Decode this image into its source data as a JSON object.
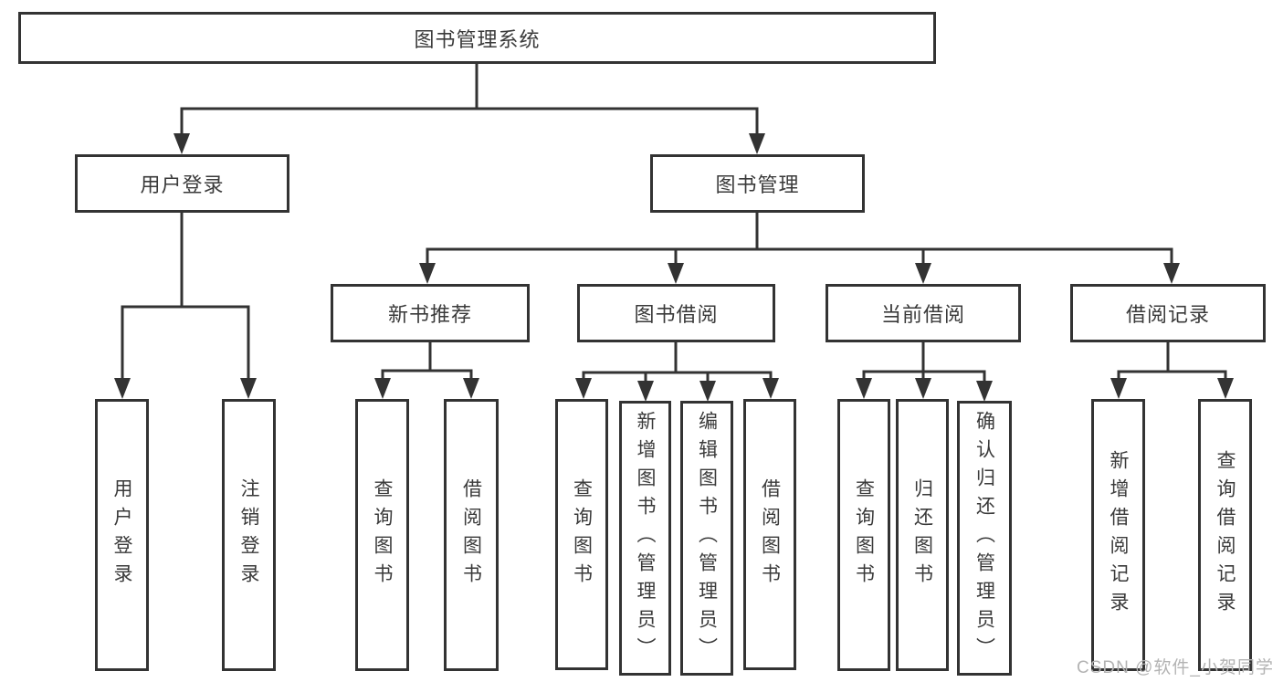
{
  "diagram": {
    "nodes": {
      "root": "图书管理系统",
      "level2": {
        "userLogin": "用户登录",
        "bookManagement": "图书管理"
      },
      "level3": {
        "newBookRecommend": "新书推荐",
        "bookBorrow": "图书借阅",
        "currentBorrow": "当前借阅",
        "borrowRecords": "借阅记录"
      },
      "leaves": {
        "userLogin": [
          "用户登录",
          "注销登录"
        ],
        "newBookRecommend": [
          "查询图书",
          "借阅图书"
        ],
        "bookBorrow": [
          "查询图书",
          "新增图书（管理员）",
          "编辑图书（管理员）",
          "借阅图书"
        ],
        "currentBorrow": [
          "查询图书",
          "归还图书",
          "确认归还（管理员）"
        ],
        "borrowRecords": [
          "新增借阅记录",
          "查询借阅记录"
        ]
      }
    },
    "colors": {
      "line": "#333333",
      "boxBorder": "#333333",
      "text": "#3a3a3a",
      "background": "#ffffff",
      "watermark": "#b3b3b3"
    }
  },
  "watermark": {
    "text": "CSDN @软件_小贺同学"
  }
}
